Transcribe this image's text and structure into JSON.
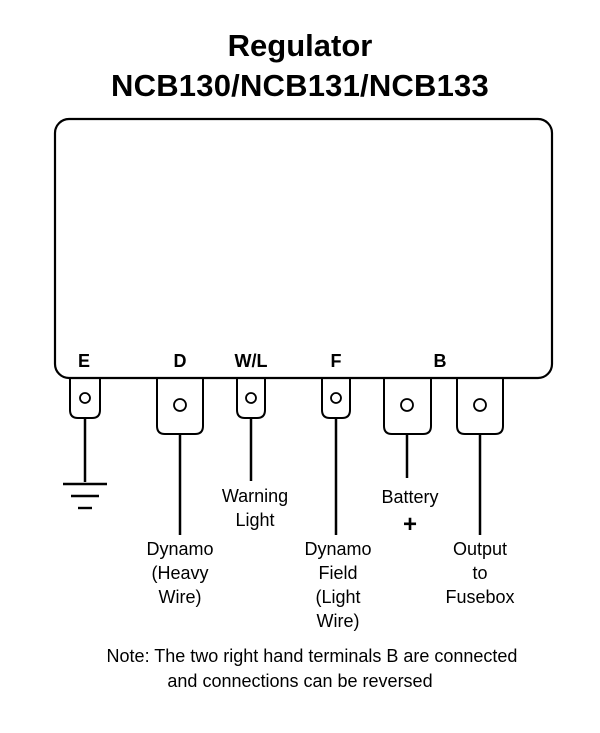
{
  "title": "Regulator",
  "subtitle": "NCB130/NCB131/NCB133",
  "terminals": {
    "e": "E",
    "d": "D",
    "wl": "W/L",
    "f": "F",
    "b": "B"
  },
  "labels": {
    "warning": [
      "Warning",
      "Light"
    ],
    "battery": "Battery",
    "battery_sign": "+",
    "dynamo": [
      "Dynamo",
      "(Heavy",
      "Wire)"
    ],
    "dynamo_field": [
      "Dynamo",
      "Field",
      "(Light",
      "Wire)"
    ],
    "output": [
      "Output",
      "to",
      "Fusebox"
    ]
  },
  "note": {
    "line1": "Note: The two right hand terminals B are connected",
    "line2": "and connections can be reversed"
  },
  "colors": {
    "line": "#000000",
    "background": "#ffffff"
  }
}
